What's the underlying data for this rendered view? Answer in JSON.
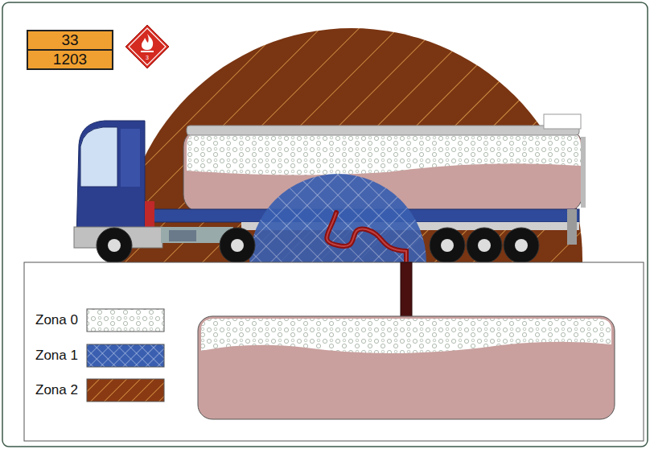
{
  "diagram": {
    "nodes": [
      {
        "text": [
          "33",
          "1203"
        ]
      },
      {
        "text": [
          "3"
        ]
      }
    ],
    "legend": [
      {
        "text": "Zona 0"
      },
      {
        "text": "Zona 1"
      },
      {
        "text": "Zona 2"
      }
    ]
  }
}
